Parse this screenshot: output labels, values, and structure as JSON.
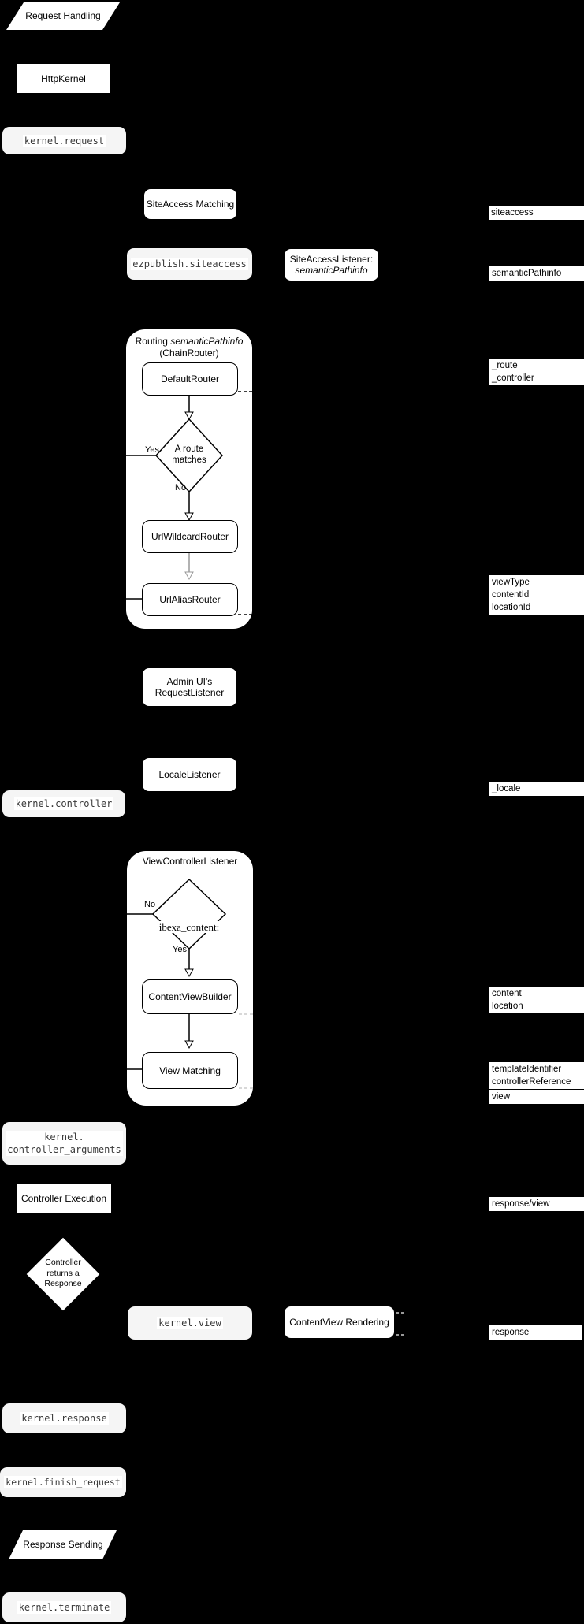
{
  "colors": {
    "background": "#000000",
    "node_fill": "#ffffff",
    "event_fill": "#f5f5f5",
    "stroke": "#000000",
    "gray_line": "#999999"
  },
  "nodes": {
    "request_handling": "Request Handling",
    "http_kernel": "HttpKernel",
    "kernel_request": "kernel.request",
    "siteaccess_matching": "SiteAccess Matching",
    "ezpublish_siteaccess": "ezpublish.siteaccess",
    "siteaccess_listener_line1": "SiteAccessListener:",
    "siteaccess_listener_line2": "semanticPathinfo",
    "routing_title_prefix": "Routing ",
    "routing_title_italic": "semanticPathinfo",
    "routing_subtitle": "(ChainRouter)",
    "default_router": "DefaultRouter",
    "route_matches": "A route\nmatches",
    "url_wildcard_router": "UrlWildcardRouter",
    "url_alias_router": "UrlAliasRouter",
    "admin_request_listener": "Admin UI's\nRequestListener",
    "locale_listener": "LocaleListener",
    "kernel_controller": "kernel.controller",
    "view_controller_listener": "ViewControllerListener",
    "ibexa_content": "ibexa_content:",
    "content_view_builder": "ContentViewBuilder",
    "view_matching": "View Matching",
    "kernel_controller_arguments": "kernel.\ncontroller_arguments",
    "controller_execution": "Controller Execution",
    "controller_returns": "Controller\nreturns a\nResponse",
    "kernel_view": "kernel.view",
    "contentview_rendering": "ContentView Rendering",
    "kernel_response": "kernel.response",
    "kernel_finish_request": "kernel.finish_request",
    "response_sending": "Response Sending",
    "kernel_terminate": "kernel.terminate"
  },
  "branch": {
    "yes": "Yes",
    "no": "No"
  },
  "side_labels": {
    "siteaccess": "siteaccess",
    "semantic_pathinfo": "semanticPathinfo",
    "route_controller": "_route\n_controller",
    "view_params": "viewType\ncontentId\nlocationId",
    "locale": "_locale",
    "content_location": "content\nlocation",
    "template_controller": "templateIdentifier\ncontrollerReference",
    "view": "view",
    "response_view": "response/view",
    "response": "response"
  }
}
